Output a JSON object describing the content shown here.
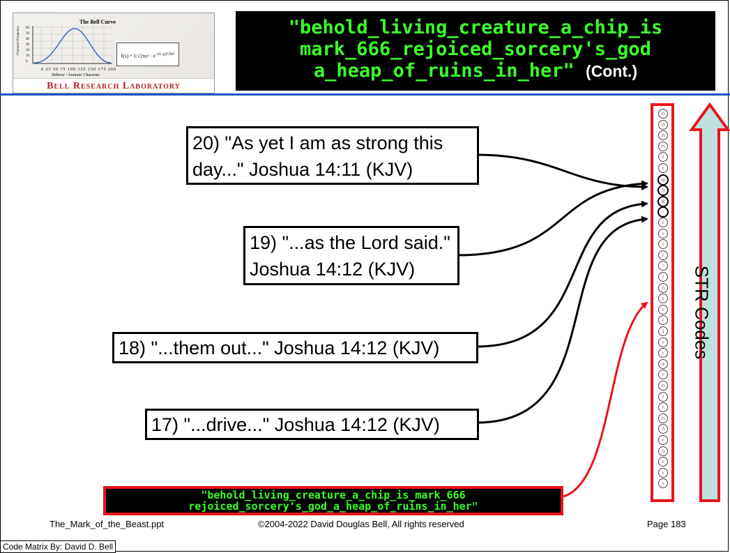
{
  "logo": {
    "chart_title": "The Bell Curve",
    "y_axis_label": "Character Frequency",
    "x_axis_label": "Hebrew / Aramaic Character",
    "x_ticks": "0 25 50 75 100 125 150 175 200",
    "y_ticks": [
      "60",
      "50",
      "40",
      "30",
      "20",
      "10",
      "0"
    ],
    "brand": "Bell Research Laboratory"
  },
  "title": {
    "line1": "\"behold_living_creature_a_chip_is",
    "line2": "mark_666_rejoiced_sorcery's_god",
    "line3": "a_heap_of_ruins_in_her\"",
    "cont": "(Cont.)"
  },
  "verses": [
    {
      "line1": "20) \"As yet I am as strong this",
      "line2": "day...\" Joshua 14:11 (KJV)"
    },
    {
      "line1": "19) \"...as the Lord said.\"",
      "line2": "Joshua 14:12 (KJV)"
    },
    {
      "line1": "18) \"...them out...\" Joshua 14:12 (KJV)"
    },
    {
      "line1": "17) \"...drive...\" Joshua 14:12 (KJV)"
    }
  ],
  "str_label": "STR Codes",
  "bottom_phrase": {
    "line1": "\"behold_living_creature_a_chip_is_mark_666",
    "line2": "rejoiced_sorcery's_god_a_heap_of_ruins_in_her\""
  },
  "footer": {
    "filename": "The_Mark_of_the_Beast.ppt",
    "copyright": "©2004-2022 David Douglas Bell, All rights reserved",
    "page": "Page 183"
  },
  "credit": "Code Matrix By: David D. Bell",
  "colors": {
    "title_text": "#3bff2a",
    "title_bg": "#000000",
    "accent_red": "#e8141d",
    "rule_blue": "#1a56c8",
    "arrow_fill": "#bfe0e0"
  },
  "chain_glyphs": [
    "ה",
    "ט",
    "ה",
    "ח",
    "ו",
    "ו",
    "ט",
    "ה",
    "א",
    "י",
    "ו",
    "ו",
    "ו",
    "ו",
    "י",
    "ו",
    "ה",
    "ן",
    "ו",
    "ו",
    "נ",
    "ו",
    "ו",
    "ב",
    "ו",
    "ה",
    "ו",
    "ו",
    "ה",
    "ה",
    "ו",
    "ה",
    "ו",
    "ו",
    "ו"
  ]
}
